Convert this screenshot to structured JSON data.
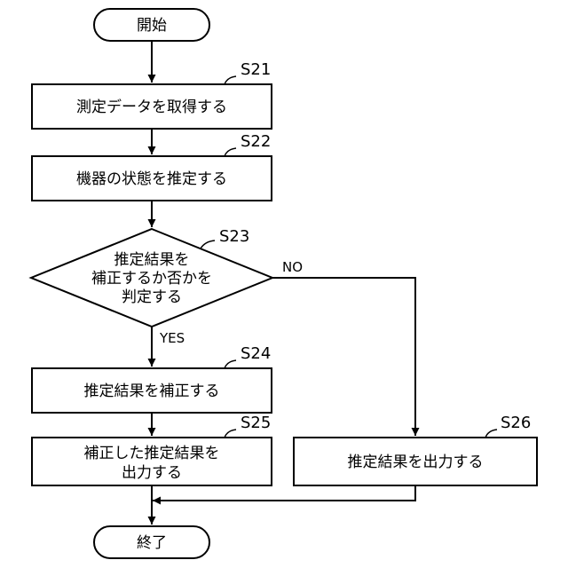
{
  "nodes": {
    "start": {
      "text": "開始"
    },
    "s21": {
      "step": "S21",
      "text": "測定データを取得する"
    },
    "s22": {
      "step": "S22",
      "text": "機器の状態を推定する"
    },
    "s23": {
      "step": "S23",
      "lines": [
        "推定結果を",
        "補正するか否かを",
        "判定する"
      ]
    },
    "s24": {
      "step": "S24",
      "text": "推定結果を補正する"
    },
    "s25": {
      "step": "S25",
      "lines": [
        "補正した推定結果を",
        "出力する"
      ]
    },
    "s26": {
      "step": "S26",
      "text": "推定結果を出力する"
    },
    "end": {
      "text": "終了"
    }
  },
  "branches": {
    "yes": "YES",
    "no": "NO"
  }
}
